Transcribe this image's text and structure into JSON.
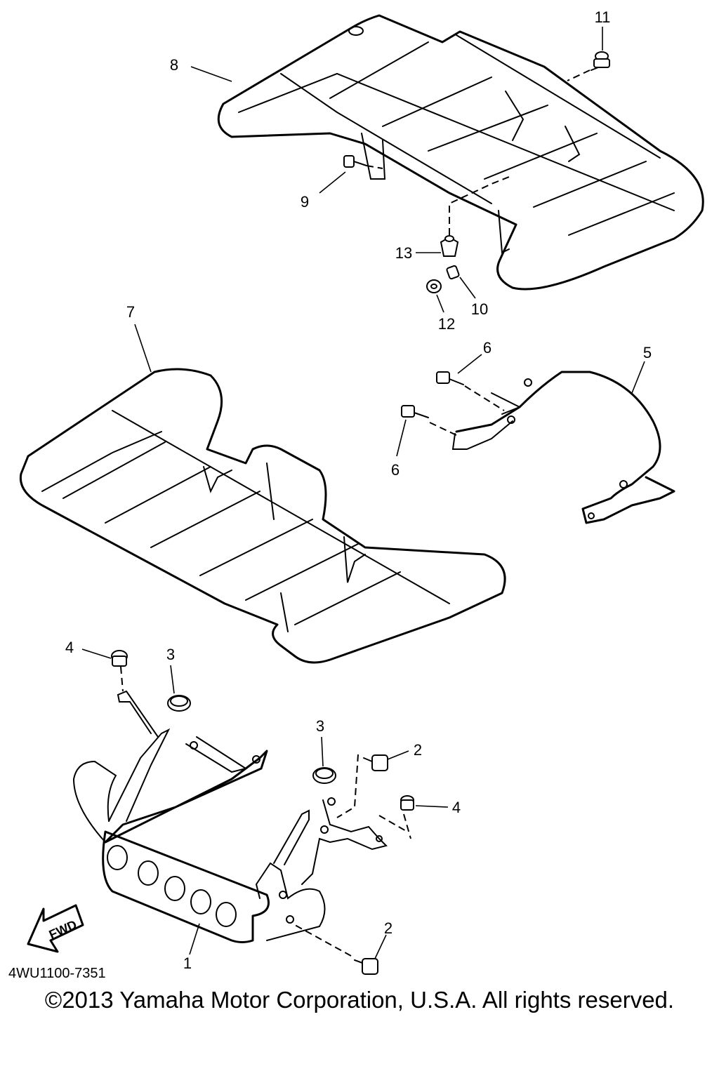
{
  "diagram": {
    "part_code": "4WU1100-7351",
    "fwd_label": "FWD",
    "copyright": "©2013 Yamaha Motor Corporation, U.S.A. All rights reserved.",
    "callouts": {
      "c1": "1",
      "c2a": "2",
      "c2b": "2",
      "c3a": "3",
      "c3b": "3",
      "c4a": "4",
      "c4b": "4",
      "c5": "5",
      "c6a": "6",
      "c6b": "6",
      "c7": "7",
      "c8": "8",
      "c9": "9",
      "c10": "10",
      "c11": "11",
      "c12": "12",
      "c13": "13"
    }
  }
}
